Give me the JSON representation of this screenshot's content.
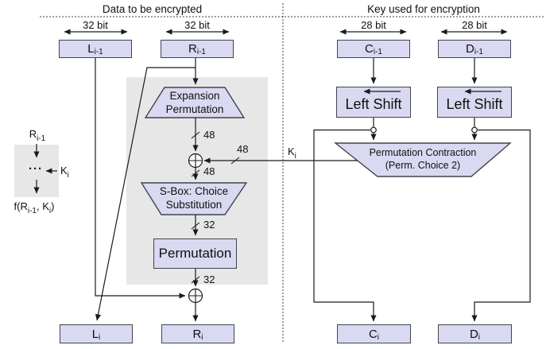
{
  "headers": {
    "data": "Data to be encrypted",
    "key": "Key used for encryption"
  },
  "bus_labels": {
    "l1": "32 bit",
    "r1": "32 bit",
    "c1": "28 bit",
    "d1": "28 bit"
  },
  "registers": {
    "top": [
      {
        "main": "L",
        "sub": "i-1"
      },
      {
        "main": "R",
        "sub": "i-1"
      },
      {
        "main": "C",
        "sub": "i-1"
      },
      {
        "main": "D",
        "sub": "i-1"
      }
    ],
    "bottom": [
      {
        "main": "L",
        "sub": "i"
      },
      {
        "main": "R",
        "sub": "i"
      },
      {
        "main": "C",
        "sub": "i"
      },
      {
        "main": "D",
        "sub": "i"
      }
    ]
  },
  "blocks": {
    "expansion": {
      "line1": "Expansion",
      "line2": "Permutation"
    },
    "sbox": {
      "line1": "S-Box: Choice",
      "line2": "Substitution"
    },
    "permutation": {
      "label": "Permutation"
    },
    "left_shift_1": {
      "label": "Left Shift"
    },
    "left_shift_2": {
      "label": "Left Shift"
    },
    "perm_contraction": {
      "line1": "Permutation Contraction",
      "line2": "(Perm. Choice 2)"
    }
  },
  "wires": {
    "expansion_out": "48",
    "key_in": "48",
    "sbox_in": "48",
    "perm_in": "32",
    "round_out": "32",
    "key_label": {
      "main": "K",
      "sub": "i"
    }
  },
  "mini": {
    "input": {
      "main": "R",
      "sub": "i-1"
    },
    "dots": "···",
    "key": {
      "main": "K",
      "sub": "i"
    },
    "output": {
      "p1": "f(R",
      "s1": "i-1",
      "p2": ", K",
      "s2": "i",
      "p3": ")"
    }
  },
  "icons": {
    "xor": "circle-plus",
    "junction": "open-dot",
    "left_shift_arrow": "arrow-left"
  },
  "colors": {
    "register_fill": "#d9d9f1",
    "register_border": "#41444e",
    "wire": "#1a1a1a",
    "region_gray": "#e7e7e7",
    "background": "#ffffff"
  }
}
